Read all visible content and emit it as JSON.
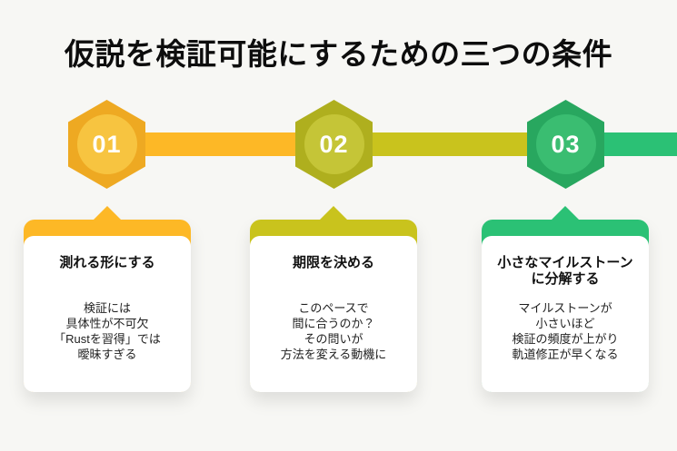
{
  "background": "#F7F7F4",
  "title": "仮説を検証可能にするための三つの条件",
  "steps": [
    {
      "number": "01",
      "card_title_lines": [
        "測れる形にする"
      ],
      "body_lines": [
        "検証には",
        "具体性が不可欠",
        "「Rustを習得」では",
        "曖昧すぎる"
      ],
      "colors": {
        "accent": "#FDB826",
        "hex_outer": "#EEA922",
        "hex_inner": "#F7C440"
      }
    },
    {
      "number": "02",
      "card_title_lines": [
        "期限を決める"
      ],
      "body_lines": [
        "このペースで",
        "間に合うのか？",
        "その問いが",
        "方法を変える動機に"
      ],
      "colors": {
        "accent": "#C9C31D",
        "hex_outer": "#AFAF1E",
        "hex_inner": "#C5C537"
      }
    },
    {
      "number": "03",
      "card_title_lines": [
        "小さなマイルストーン",
        "に分解する"
      ],
      "body_lines": [
        "マイルストーンが",
        "小さいほど",
        "検証の頻度が上がり",
        "軌道修正が早くなる"
      ],
      "colors": {
        "accent": "#2BC175",
        "hex_outer": "#28A75F",
        "hex_inner": "#3ABD71"
      }
    }
  ]
}
